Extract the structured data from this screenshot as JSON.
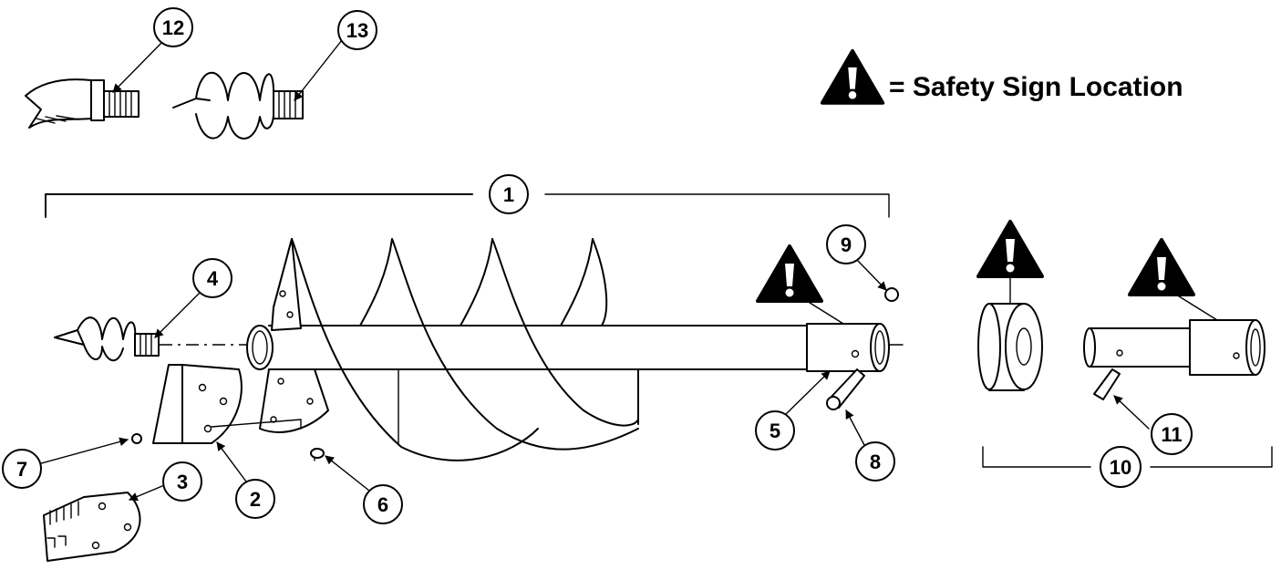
{
  "legend": {
    "text": "= Safety Sign Location",
    "icon": "warning-triangle-icon"
  },
  "callouts": [
    "1",
    "2",
    "3",
    "4",
    "5",
    "6",
    "7",
    "8",
    "9",
    "10",
    "11",
    "12",
    "13"
  ],
  "colors": {
    "ink": "#000000",
    "paper": "#ffffff"
  }
}
